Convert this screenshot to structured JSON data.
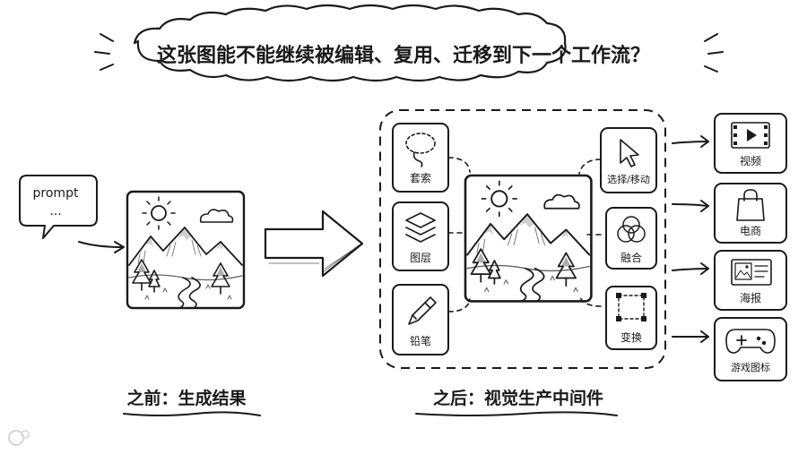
{
  "headline": "这张图能不能继续被编辑、复用、迁移到下一个工作流？",
  "prompt_bubble": {
    "label": "prompt",
    "ellipsis": "..."
  },
  "before_caption": "之前：生成结果",
  "after_caption": "之后：视觉生产中间件",
  "left_tools": [
    {
      "label": "套索",
      "icon": "lasso-icon"
    },
    {
      "label": "图层",
      "icon": "layers-icon"
    },
    {
      "label": "铅笔",
      "icon": "pencil-icon"
    }
  ],
  "right_tools": [
    {
      "label": "选择/移动",
      "icon": "cursor-icon"
    },
    {
      "label": "融合",
      "icon": "blend-circles-icon"
    },
    {
      "label": "变换",
      "icon": "transform-icon"
    }
  ],
  "outputs": [
    {
      "label": "视频",
      "icon": "video-icon"
    },
    {
      "label": "电商",
      "icon": "shopping-bag-icon"
    },
    {
      "label": "海报",
      "icon": "poster-icon"
    },
    {
      "label": "游戏图标",
      "icon": "gamepad-icon"
    }
  ]
}
